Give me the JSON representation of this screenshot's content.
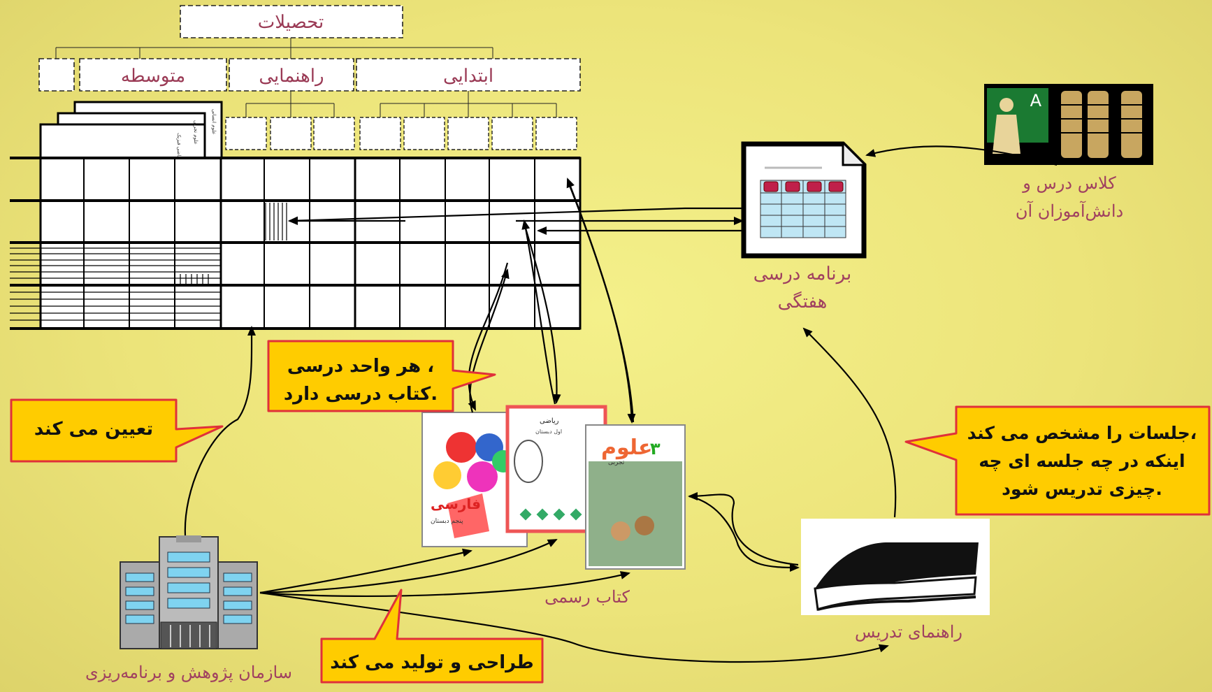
{
  "hierarchy": {
    "root": "تحصیلات",
    "levels": [
      "ابتدایی",
      "راهنمایی",
      "متوسطه"
    ]
  },
  "nodes": {
    "weekly_schedule": [
      "برنامه درسی",
      "هفتگی"
    ],
    "classroom": [
      "کلاس درس و",
      "دانش‌آموزان آن"
    ],
    "official_book": "کتاب رسمی",
    "teaching_guide": "راهنمای تدریس",
    "organization": "سازمان پژوهش و برنامه‌ریزی"
  },
  "callouts": {
    "determines": "تعیین می کند",
    "each_unit": [
      "هر واحد درسی ،",
      "کتاب درسی دارد."
    ],
    "sessions": [
      "جلسات را مشخص می کند،",
      "اینکه در چه جلسه ای چه",
      "چیزی تدریس شود."
    ],
    "designs": "طراحی و تولید می کند"
  },
  "books": {
    "farsi": {
      "title": "فارسی",
      "subtitle": "پنجم دبستان"
    },
    "math": {
      "title": "ریاضی",
      "subtitle": "اول دبستان"
    },
    "science": {
      "title": "علوم",
      "number": "۳",
      "subtitle": "تجربی"
    }
  },
  "card_tabs": [
    "ریاضی فیزیک",
    "علوم تجربی",
    "علوم انسانی"
  ],
  "colors": {
    "background": "#ece47a",
    "callout_fill": "#ffcc00",
    "callout_border": "#e0303a",
    "label_text": "#9a3a55"
  }
}
